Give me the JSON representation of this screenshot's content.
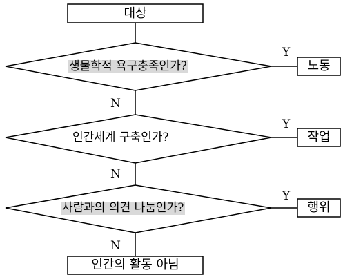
{
  "start": "대상",
  "decisions": [
    {
      "question": "생물학적 욕구충족인가?",
      "yes_result": "노동",
      "highlighted": true
    },
    {
      "question": "인간세계  구축인가?",
      "yes_result": "작업",
      "highlighted": false
    },
    {
      "question": "사람과의 의견 나눔인가?",
      "yes_result": "행위",
      "highlighted": true
    }
  ],
  "end": "인간의 활동 아님",
  "yes_label": "Y",
  "no_label": "N",
  "colors": {
    "line": "#000000",
    "highlight": "#d9d9d9",
    "background": "#ffffff"
  }
}
